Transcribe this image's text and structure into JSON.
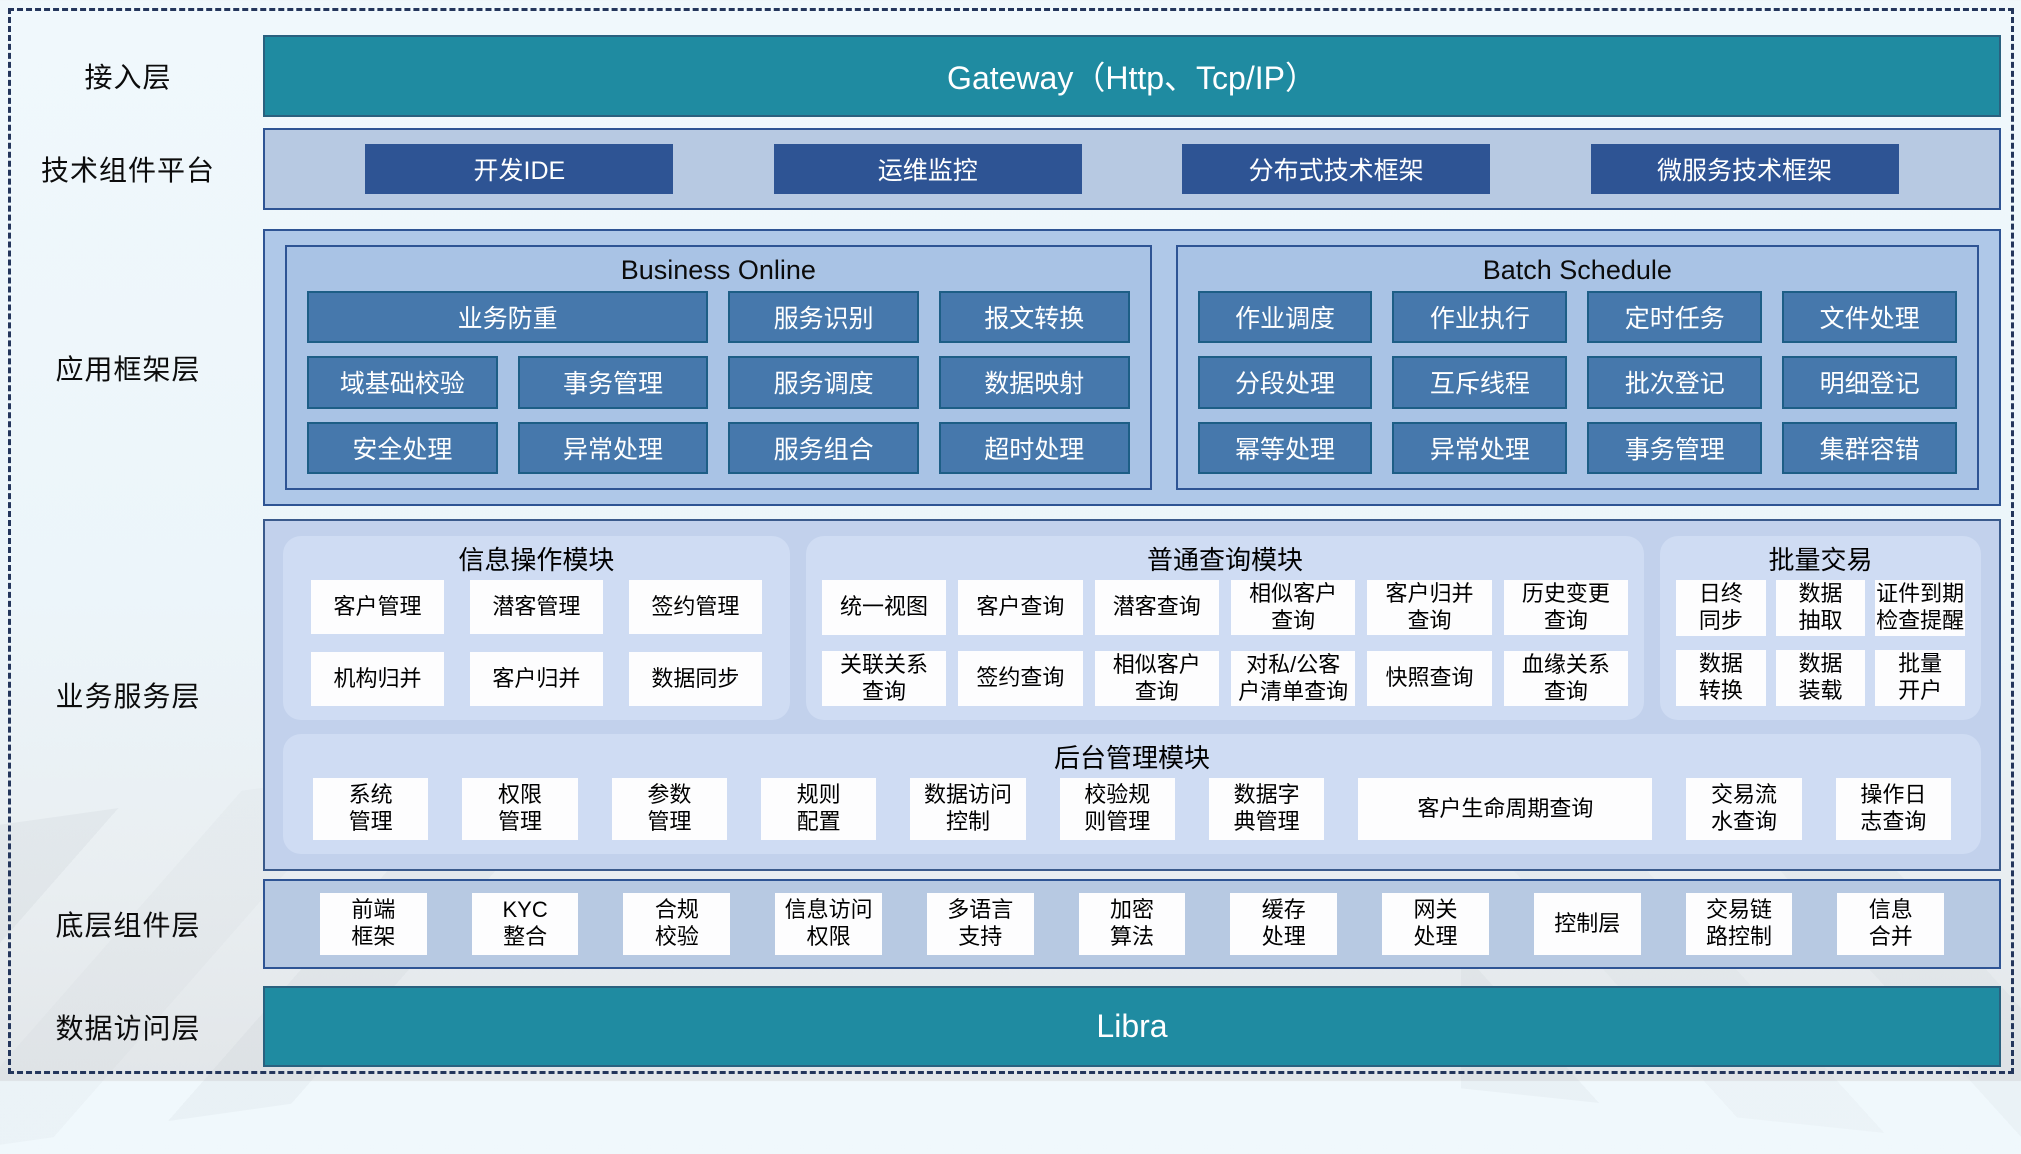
{
  "colors": {
    "teal_bar": "#1f8ba1",
    "dark_blue_button": "#2e5494",
    "steel_blue_button": "#4678ac",
    "steel_blue_border": "#1d5e86",
    "tech_panel_bg": "#b7c9e2",
    "app_panel_bg": "#afc8e8",
    "service_panel_bg": "#c2d1ec",
    "service_card_bg": "#cfdcf3",
    "white_box_bg": "#fdfdfe",
    "dashed_frame": "#24365c"
  },
  "access_layer": {
    "label": "接入层",
    "gateway": "Gateway（Http、Tcp/IP）"
  },
  "tech_platform": {
    "label": "技术组件平台",
    "items": [
      "开发IDE",
      "运维监控",
      "分布式技术框架",
      "微服务技术框架"
    ]
  },
  "app_framework": {
    "label": "应用框架层",
    "business_online": {
      "title": "Business Online",
      "row1": [
        "业务防重",
        "服务识别",
        "报文转换"
      ],
      "row2": [
        "域基础校验",
        "事务管理",
        "服务调度",
        "数据映射"
      ],
      "row3": [
        "安全处理",
        "异常处理",
        "服务组合",
        "超时处理"
      ]
    },
    "batch_schedule": {
      "title": "Batch Schedule",
      "row1": [
        "作业调度",
        "作业执行",
        "定时任务",
        "文件处理"
      ],
      "row2": [
        "分段处理",
        "互斥线程",
        "批次登记",
        "明细登记"
      ],
      "row3": [
        "幂等处理",
        "异常处理",
        "事务管理",
        "集群容错"
      ]
    }
  },
  "business_service": {
    "label": "业务服务层",
    "info_module": {
      "title": "信息操作模块",
      "items": [
        "客户管理",
        "潜客管理",
        "签约管理",
        "机构归并",
        "客户归并",
        "数据同步"
      ]
    },
    "query_module": {
      "title": "普通查询模块",
      "items": [
        "统一视图",
        "客户查询",
        "潜客查询",
        "相似客户\n查询",
        "客户归并\n查询",
        "历史变更\n查询",
        "关联关系\n查询",
        "签约查询",
        "相似客户\n查询",
        "对私/公客\n户清单查询",
        "快照查询",
        "血缘关系\n查询"
      ]
    },
    "batch_trade": {
      "title": "批量交易",
      "items": [
        "日终\n同步",
        "数据\n抽取",
        "证件到期\n检查提醒",
        "数据\n转换",
        "数据\n装载",
        "批量\n开户"
      ]
    },
    "admin_module": {
      "title": "后台管理模块",
      "items": [
        "系统\n管理",
        "权限\n管理",
        "参数\n管理",
        "规则\n配置",
        "数据访问\n控制",
        "校验规\n则管理",
        "数据字\n典管理",
        "客户生命周期查询",
        "交易流\n水查询",
        "操作日\n志查询"
      ]
    }
  },
  "base_components": {
    "label": "底层组件层",
    "items": [
      "前端\n框架",
      "KYC\n整合",
      "合规\n校验",
      "信息访问\n权限",
      "多语言\n支持",
      "加密\n算法",
      "缓存\n处理",
      "网关\n处理",
      "控制层",
      "交易链\n路控制",
      "信息\n合并"
    ]
  },
  "data_access": {
    "label": "数据访问层",
    "bar": "Libra"
  }
}
